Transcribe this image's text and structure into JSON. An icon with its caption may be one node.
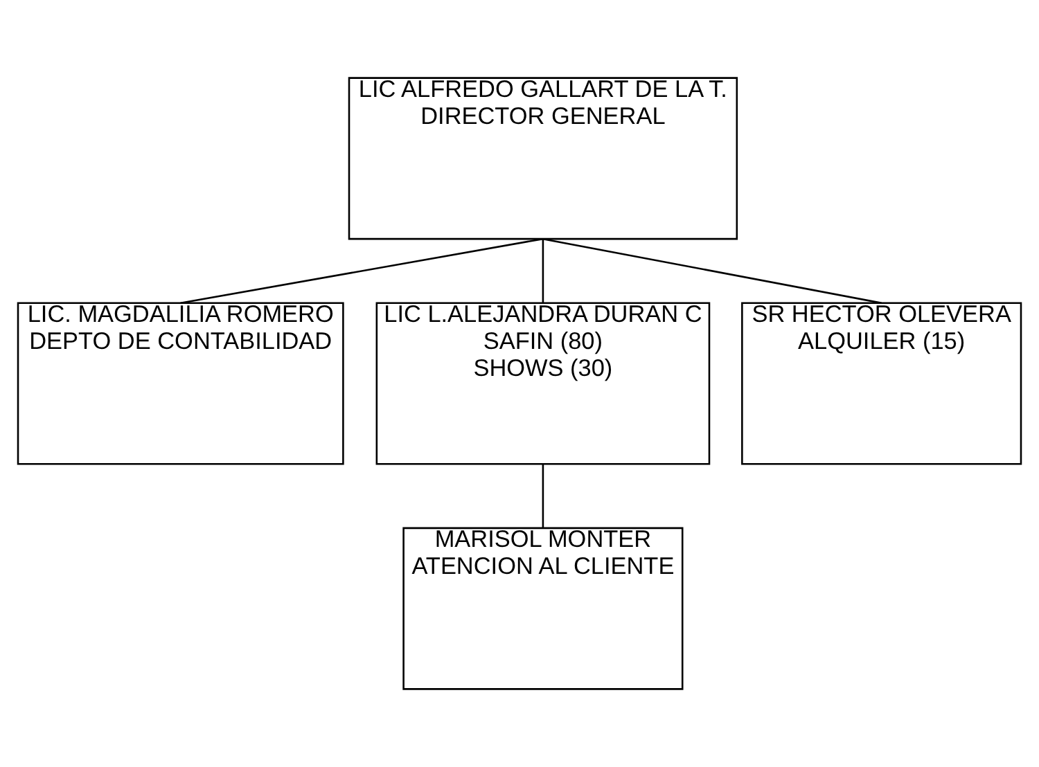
{
  "diagram": {
    "nodes": [
      {
        "text": [
          "LIC ALFREDO GALLART DE LA T.",
          "DIRECTOR GENERAL"
        ]
      },
      {
        "text": [
          "LIC. MAGDALILIA ROMERO",
          "DEPTO DE CONTABILIDAD"
        ]
      },
      {
        "text": [
          "LIC L.ALEJANDRA DURAN C",
          "SAFIN (80)",
          "SHOWS (30)"
        ]
      },
      {
        "text": [
          "SR HECTOR OLEVERA",
          "ALQUILER (15)"
        ]
      },
      {
        "text": [
          "MARISOL MONTER",
          "ATENCION AL CLIENTE"
        ]
      }
    ],
    "edges": [
      {
        "from": 0,
        "to": 1,
        "arrow": "none"
      },
      {
        "from": 0,
        "to": 2,
        "arrow": "none"
      },
      {
        "from": 0,
        "to": 3,
        "arrow": "none"
      },
      {
        "from": 2,
        "to": 4,
        "arrow": "none"
      }
    ]
  }
}
